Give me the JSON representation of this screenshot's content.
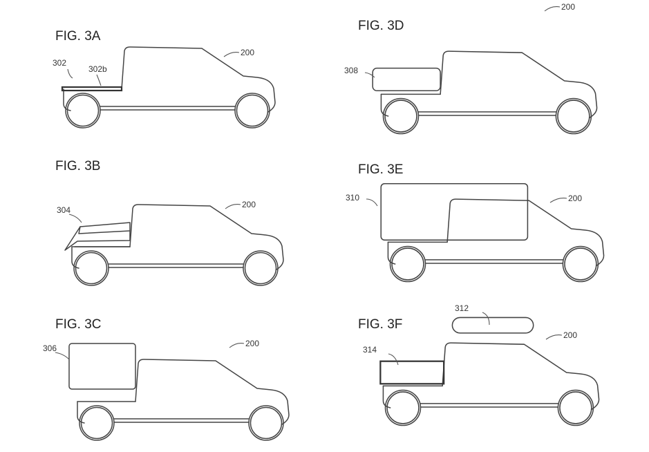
{
  "figures": [
    {
      "id": "3A",
      "title": "FIG. 3A",
      "refs": [
        "302",
        "302b",
        "200"
      ]
    },
    {
      "id": "3B",
      "title": "FIG. 3B",
      "refs": [
        "304",
        "200"
      ]
    },
    {
      "id": "3C",
      "title": "FIG. 3C",
      "refs": [
        "306",
        "200"
      ]
    },
    {
      "id": "3D",
      "title": "FIG. 3D",
      "refs": [
        "308",
        "200"
      ]
    },
    {
      "id": "3E",
      "title": "FIG. 3E",
      "refs": [
        "310",
        "200"
      ]
    },
    {
      "id": "3F",
      "title": "FIG. 3F",
      "refs": [
        "312",
        "314",
        "200"
      ]
    }
  ]
}
